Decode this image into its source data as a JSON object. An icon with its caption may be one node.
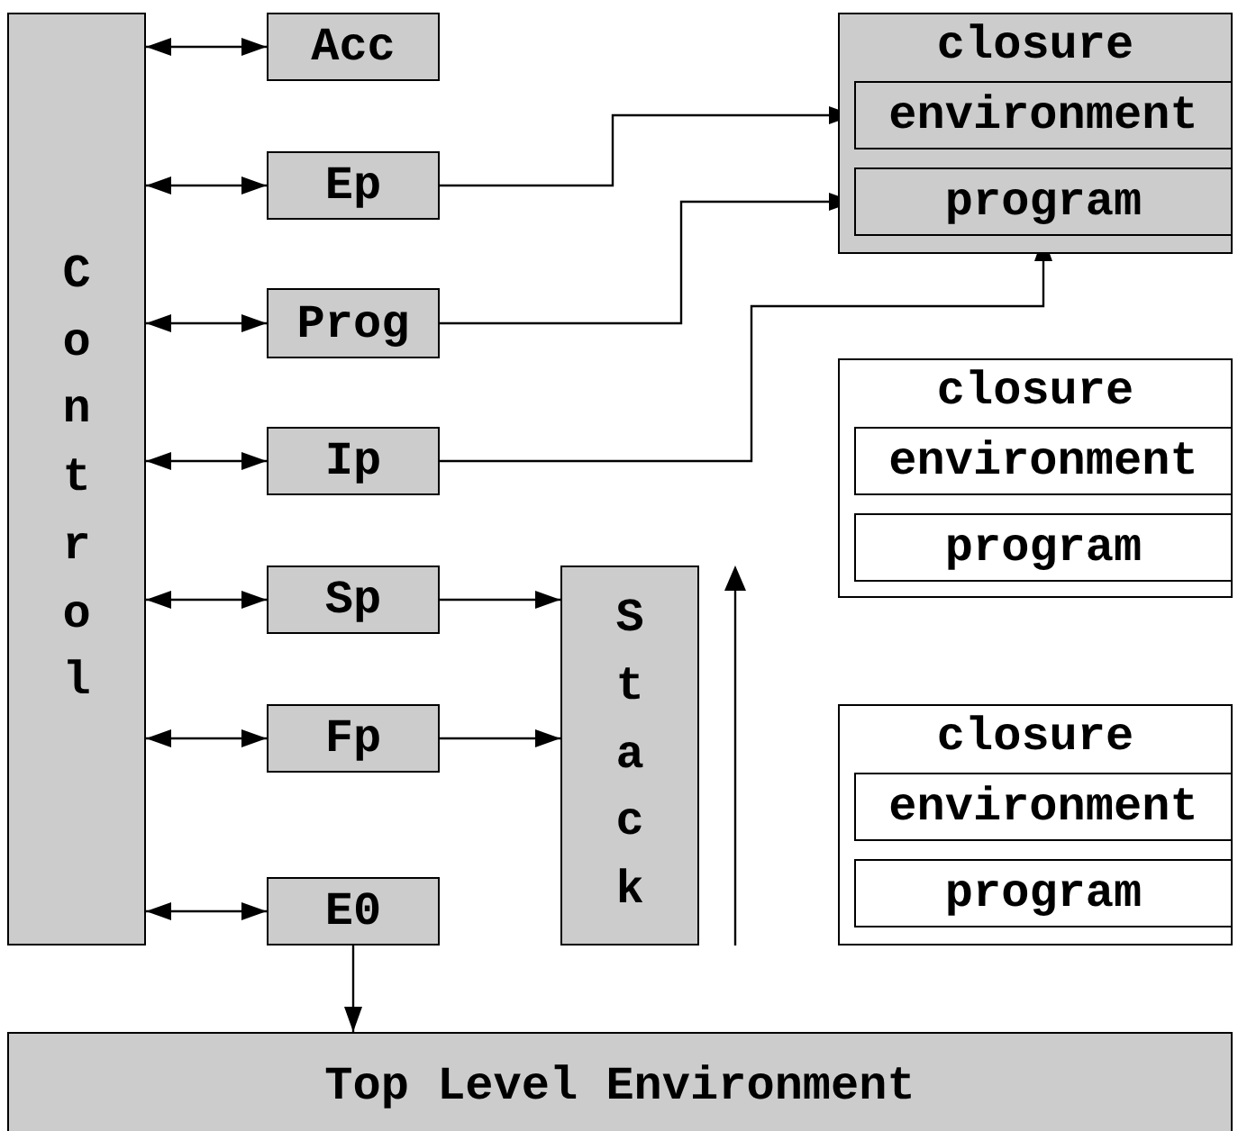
{
  "diagram": {
    "nodes": [
      {
        "text": [
          "Control"
        ]
      },
      {
        "text": [
          "Acc"
        ]
      },
      {
        "text": [
          "Ep"
        ]
      },
      {
        "text": [
          "Prog"
        ]
      },
      {
        "text": [
          "Ip"
        ]
      },
      {
        "text": [
          "Sp"
        ]
      },
      {
        "text": [
          "Fp"
        ]
      },
      {
        "text": [
          "E0"
        ]
      },
      {
        "text": [
          "Stack"
        ]
      },
      {
        "text": [
          "closure"
        ]
      },
      {
        "text": [
          "environment"
        ],
        "in": 9
      },
      {
        "text": [
          "program"
        ],
        "in": 9
      },
      {
        "text": [
          "closure"
        ]
      },
      {
        "text": [
          "environment"
        ],
        "in": 12
      },
      {
        "text": [
          "program"
        ],
        "in": 12
      },
      {
        "text": [
          "closure"
        ]
      },
      {
        "text": [
          "environment"
        ],
        "in": 15
      },
      {
        "text": [
          "program"
        ],
        "in": 15
      },
      {
        "text": [
          "Top Level Environment"
        ]
      }
    ],
    "edges": [
      {
        "from": 0,
        "to": 1,
        "arrow": "both"
      },
      {
        "from": 0,
        "to": 2,
        "arrow": "both"
      },
      {
        "from": 0,
        "to": 3,
        "arrow": "both"
      },
      {
        "from": 0,
        "to": 4,
        "arrow": "both"
      },
      {
        "from": 0,
        "to": 5,
        "arrow": "both"
      },
      {
        "from": 0,
        "to": 6,
        "arrow": "both"
      },
      {
        "from": 0,
        "to": 7,
        "arrow": "both"
      },
      {
        "from": 2,
        "to": 10,
        "arrow": "to"
      },
      {
        "from": 3,
        "to": 11,
        "arrow": "to"
      },
      {
        "from": 4,
        "to": 11,
        "arrow": "to"
      },
      {
        "from": 5,
        "to": 8,
        "arrow": "to"
      },
      {
        "from": 6,
        "to": 8,
        "arrow": "to"
      },
      {
        "from": 7,
        "to": 18,
        "arrow": "to"
      }
    ]
  }
}
